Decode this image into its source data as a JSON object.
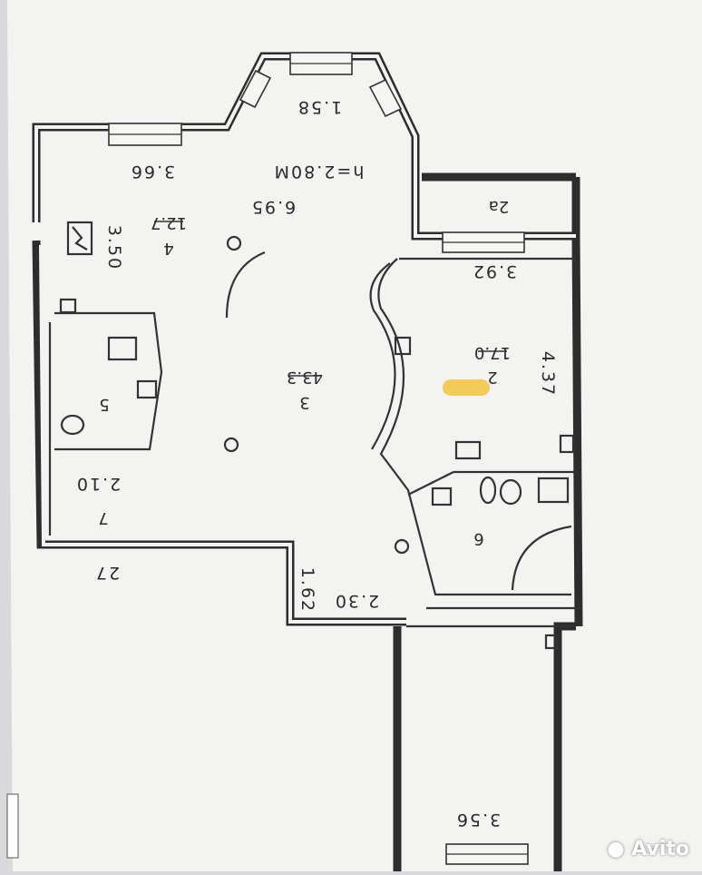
{
  "plan": {
    "dims": {
      "d_158": "1.58",
      "d_366": "3.66",
      "d_h": "h=2.80M",
      "d_695": "6.95",
      "d_350": "3.50",
      "d_392": "3.92",
      "d_437": "4.37",
      "d_210": "2.10",
      "d_162": "1.62",
      "d_230": "2.30",
      "d_356": "3.56",
      "d_27": "27"
    },
    "rooms": {
      "r2a": "2a",
      "r4_num": "4",
      "r4_area": "12.7",
      "r3_num": "3",
      "r3_area": "43.3",
      "r2_num": "2",
      "r2_area": "17.0",
      "r5": "5",
      "r6": "6",
      "r7": "7"
    }
  },
  "watermark": "Avito",
  "colors": {
    "paper": "#f3f3f1",
    "wall": "#2d2d2d",
    "highlight": "#f2c341"
  }
}
